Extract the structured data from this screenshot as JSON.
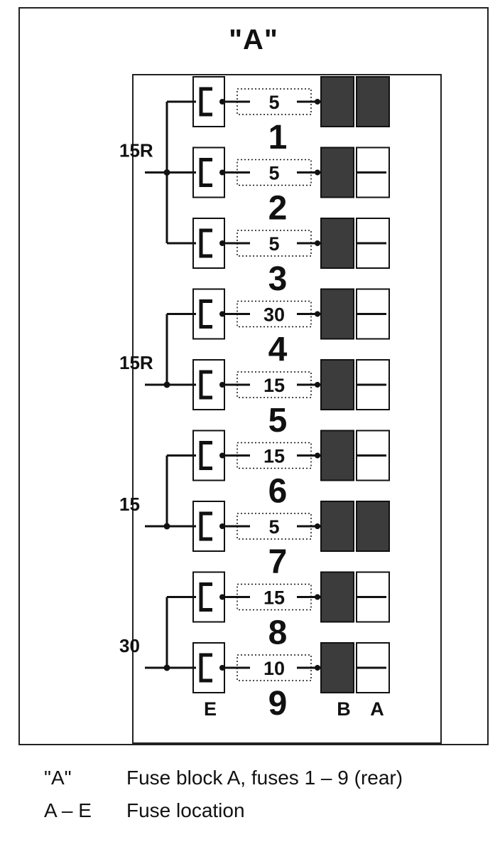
{
  "title": "\"A\"",
  "fuses": [
    {
      "amp": "5",
      "number": "1",
      "b_filled": true,
      "a_filled": true
    },
    {
      "amp": "5",
      "number": "2",
      "b_filled": true,
      "a_filled": false
    },
    {
      "amp": "5",
      "number": "3",
      "b_filled": true,
      "a_filled": false
    },
    {
      "amp": "30",
      "number": "4",
      "b_filled": true,
      "a_filled": false
    },
    {
      "amp": "15",
      "number": "5",
      "b_filled": true,
      "a_filled": false
    },
    {
      "amp": "15",
      "number": "6",
      "b_filled": true,
      "a_filled": false
    },
    {
      "amp": "5",
      "number": "7",
      "b_filled": true,
      "a_filled": true
    },
    {
      "amp": "15",
      "number": "8",
      "b_filled": true,
      "a_filled": false
    },
    {
      "amp": "10",
      "number": "9",
      "b_filled": true,
      "a_filled": false
    }
  ],
  "groups": [
    {
      "label": "15R",
      "fuses": [
        "1",
        "2",
        "3"
      ]
    },
    {
      "label": "15R",
      "fuses": [
        "4",
        "5"
      ]
    },
    {
      "label": "15",
      "fuses": [
        "6",
        "7"
      ]
    },
    {
      "label": "30",
      "fuses": [
        "8",
        "9"
      ]
    }
  ],
  "column_labels": {
    "e": "E",
    "b": "B",
    "a": "A"
  },
  "legend": [
    {
      "key": "\"A\"",
      "value": "Fuse block A, fuses 1 – 9 (rear)"
    },
    {
      "key": "A – E",
      "value": "Fuse location"
    }
  ],
  "colors": {
    "filled": "#3c3c3c",
    "line": "#111111"
  }
}
